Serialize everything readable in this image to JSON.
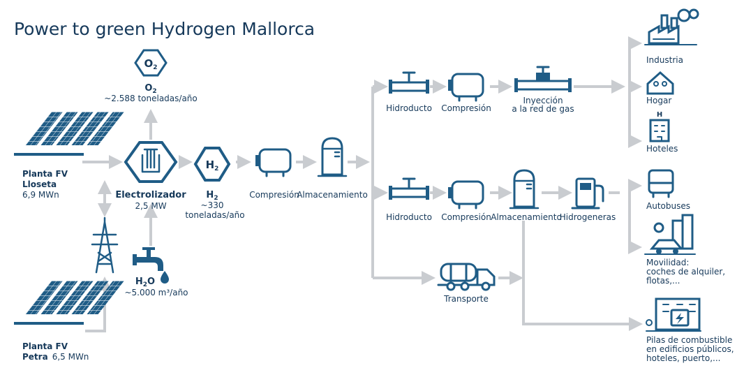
{
  "title": "Power to green Hydrogen Mallorca",
  "colors": {
    "accent": "#1f6f9b",
    "icon": "#1f5c86",
    "flow": "#c9ccd0",
    "text": "#16395a"
  },
  "sources": {
    "lloseta": {
      "line1": "Planta FV",
      "line2": "Lloseta",
      "capacity": "6,9 MWn"
    },
    "petra": {
      "line1": "Planta FV",
      "line2": "Petra",
      "capacity": "6,5 MWn"
    }
  },
  "electrolyzer": {
    "label": "Electrolizador",
    "capacity": "2,5 MW"
  },
  "oxygen": {
    "symbol": "O",
    "sub": "2",
    "amount": "~2.588 toneladas/año"
  },
  "water": {
    "symbol": "H",
    "sub": "2",
    "symbol_end": "O",
    "amount": "~5.000 m³/año"
  },
  "hydrogen": {
    "symbol": "H",
    "sub": "2",
    "amount_line1": "~330",
    "amount_line2": "toneladas/año"
  },
  "main_chain": {
    "compression": "Compresión",
    "storage": "Almacenamiento"
  },
  "route_top": {
    "pipeline": "Hidroducto",
    "compression": "Compresión",
    "injection_line1": "Inyección",
    "injection_line2": "a la red de gas"
  },
  "route_mid": {
    "pipeline": "Hidroducto",
    "compression": "Compresión",
    "storage": "Almacenamiento",
    "station": "Hidrogeneras"
  },
  "route_low": {
    "transport": "Transporte"
  },
  "uses": {
    "industry": "Industria",
    "home": "Hogar",
    "hotels": "Hoteles",
    "buses": "Autobuses",
    "mobility": [
      "Movilidad:",
      "coches de alquiler,",
      "flotas,..."
    ],
    "fuelcells": [
      "Pilas de combustible",
      "en edificios públicos,",
      "hoteles, puerto,..."
    ]
  }
}
